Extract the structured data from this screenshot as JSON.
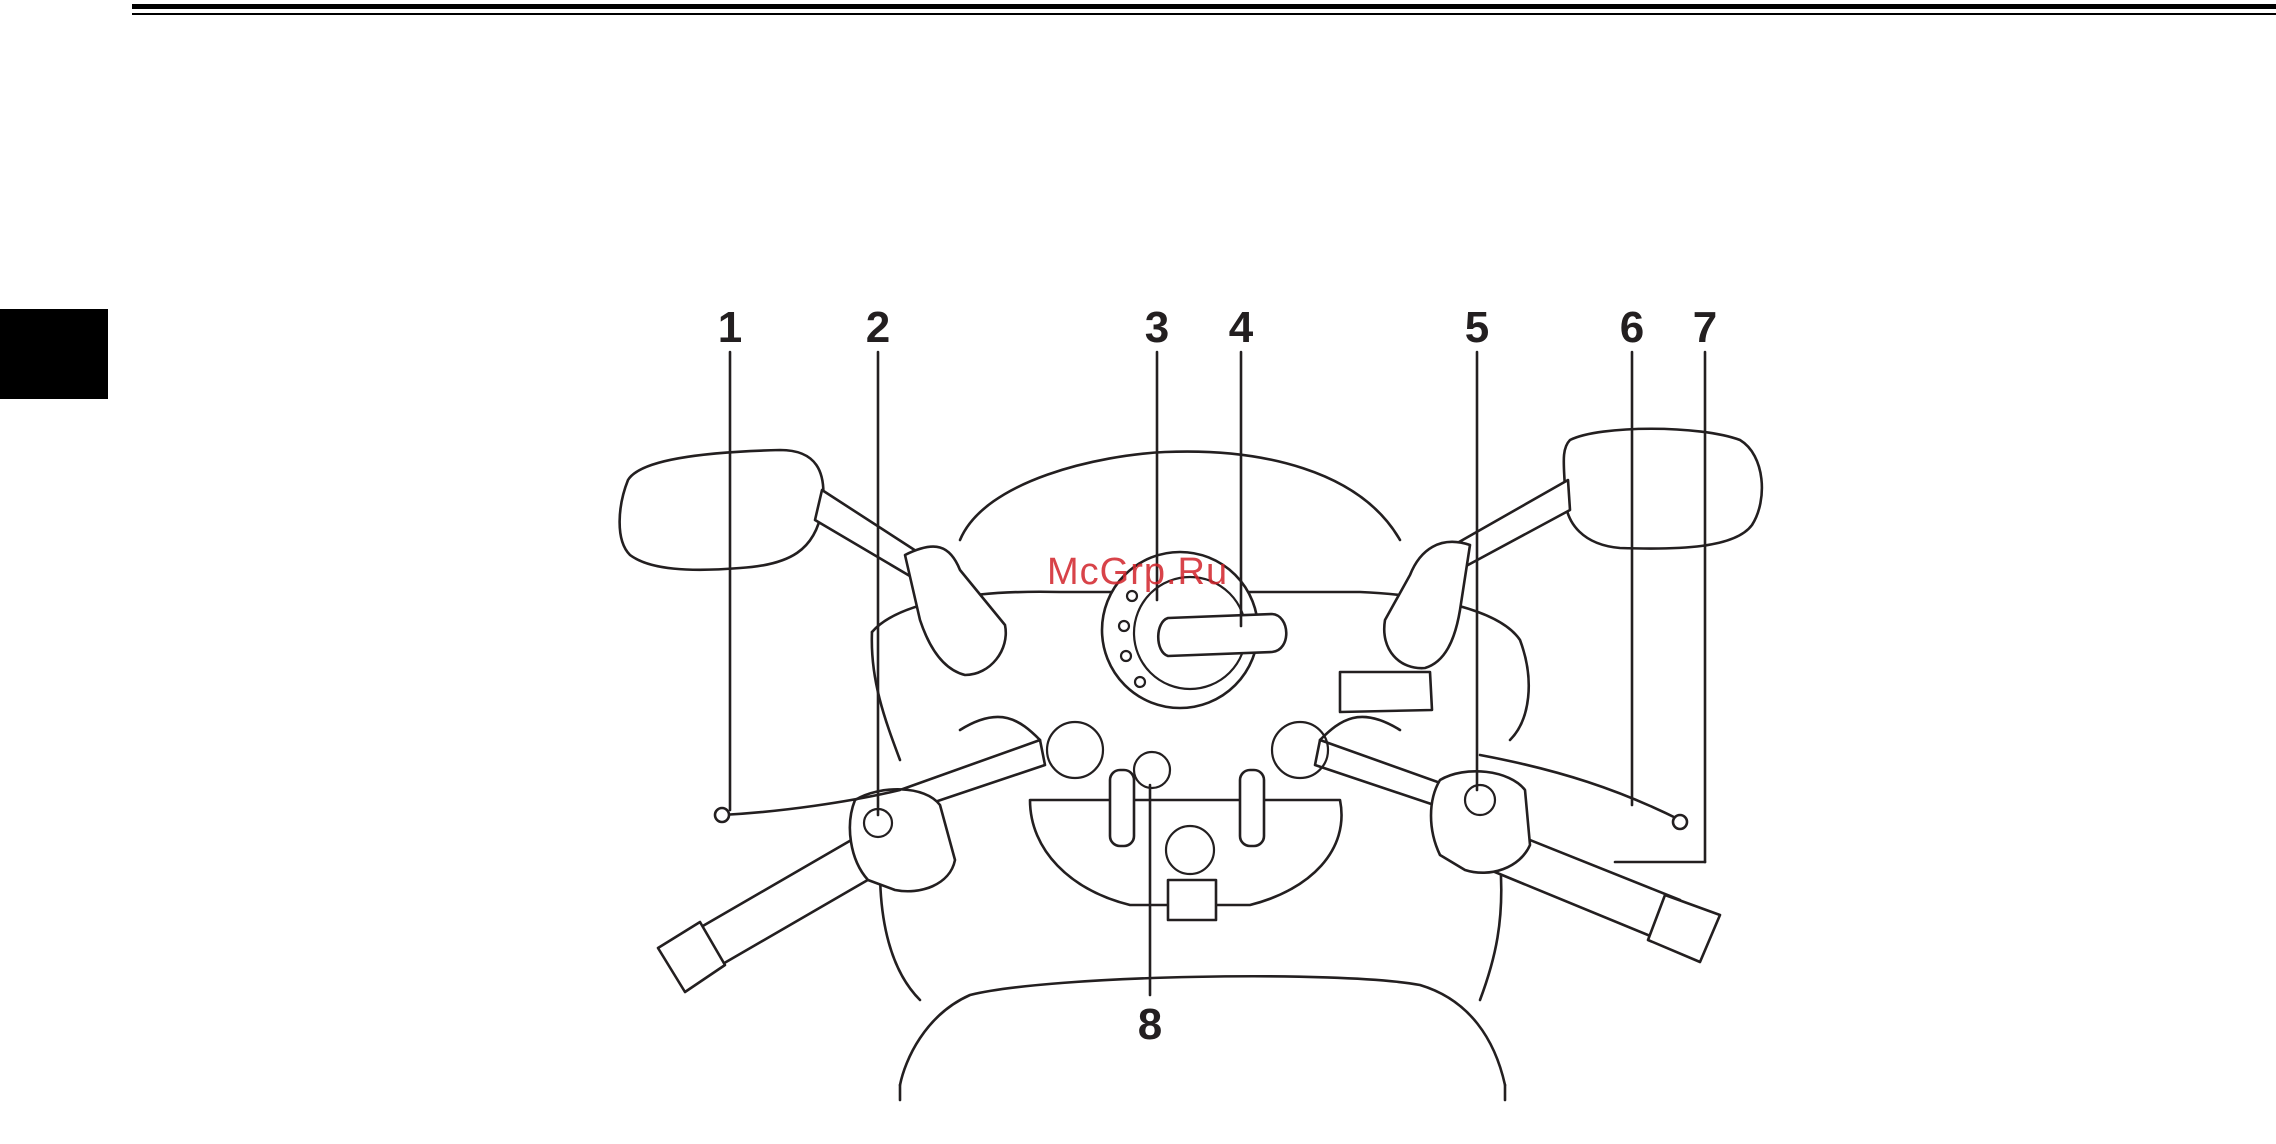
{
  "watermark": "McGrp.Ru",
  "callouts": {
    "n1": "1",
    "n2": "2",
    "n3": "3",
    "n4": "4",
    "n5": "5",
    "n6": "6",
    "n7": "7",
    "n8": "8"
  }
}
